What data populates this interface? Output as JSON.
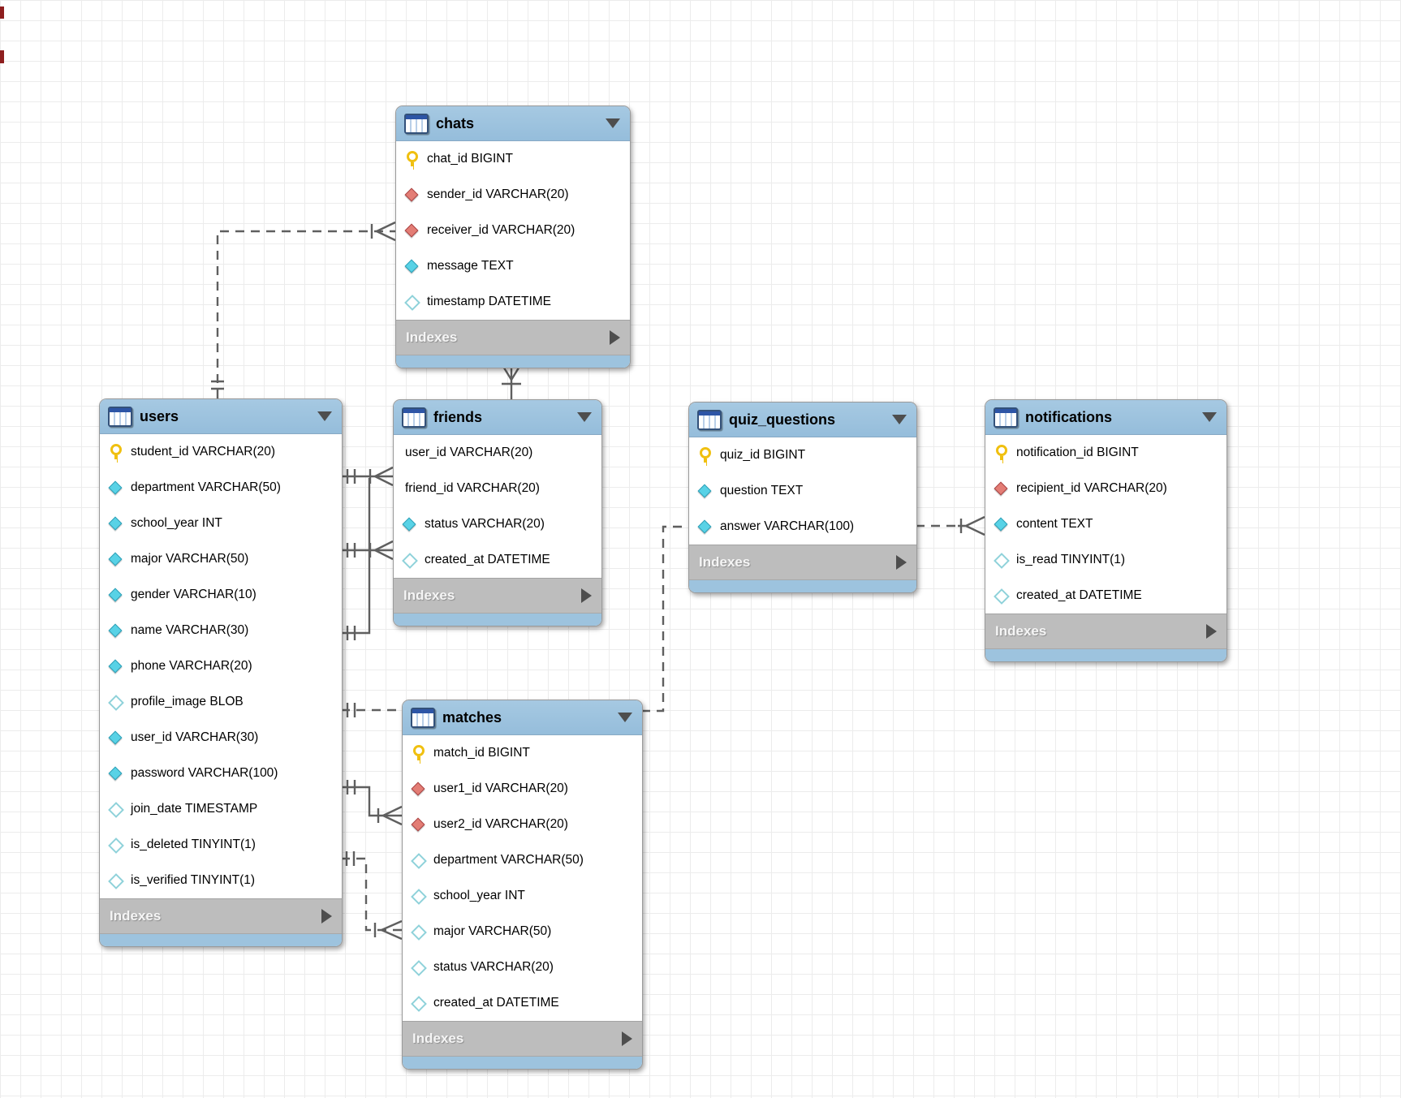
{
  "tables": [
    {
      "name": "chats",
      "footer": "Indexes",
      "columns": [
        {
          "icon": "primary-key-icon",
          "label": "chat_id BIGINT"
        },
        {
          "icon": "foreign-key-icon",
          "label": "sender_id VARCHAR(20)"
        },
        {
          "icon": "foreign-key-icon",
          "label": "receiver_id VARCHAR(20)"
        },
        {
          "icon": "column-notnull-icon",
          "label": "message TEXT"
        },
        {
          "icon": "column-nullable-icon",
          "label": "timestamp DATETIME"
        }
      ]
    },
    {
      "name": "users",
      "footer": "Indexes",
      "columns": [
        {
          "icon": "primary-key-icon",
          "label": "student_id VARCHAR(20)"
        },
        {
          "icon": "column-notnull-icon",
          "label": "department VARCHAR(50)"
        },
        {
          "icon": "column-notnull-icon",
          "label": "school_year INT"
        },
        {
          "icon": "column-notnull-icon",
          "label": "major VARCHAR(50)"
        },
        {
          "icon": "column-notnull-icon",
          "label": "gender VARCHAR(10)"
        },
        {
          "icon": "column-notnull-icon",
          "label": "name VARCHAR(30)"
        },
        {
          "icon": "column-notnull-icon",
          "label": "phone VARCHAR(20)"
        },
        {
          "icon": "column-nullable-icon",
          "label": "profile_image BLOB"
        },
        {
          "icon": "column-notnull-icon",
          "label": "user_id VARCHAR(30)"
        },
        {
          "icon": "column-notnull-icon",
          "label": "password VARCHAR(100)"
        },
        {
          "icon": "column-nullable-icon",
          "label": "join_date TIMESTAMP"
        },
        {
          "icon": "column-nullable-icon",
          "label": "is_deleted TINYINT(1)"
        },
        {
          "icon": "column-nullable-icon",
          "label": "is_verified TINYINT(1)"
        }
      ]
    },
    {
      "name": "friends",
      "footer": "Indexes",
      "columns": [
        {
          "icon": "none",
          "label": "user_id VARCHAR(20)"
        },
        {
          "icon": "none",
          "label": "friend_id VARCHAR(20)"
        },
        {
          "icon": "column-notnull-icon",
          "label": "status VARCHAR(20)"
        },
        {
          "icon": "column-nullable-icon",
          "label": "created_at DATETIME"
        }
      ]
    },
    {
      "name": "quiz_questions",
      "footer": "Indexes",
      "columns": [
        {
          "icon": "primary-key-icon",
          "label": "quiz_id BIGINT"
        },
        {
          "icon": "column-notnull-icon",
          "label": "question TEXT"
        },
        {
          "icon": "column-notnull-icon",
          "label": "answer VARCHAR(100)"
        }
      ]
    },
    {
      "name": "notifications",
      "footer": "Indexes",
      "columns": [
        {
          "icon": "primary-key-icon",
          "label": "notification_id BIGINT"
        },
        {
          "icon": "foreign-key-icon",
          "label": "recipient_id VARCHAR(20)"
        },
        {
          "icon": "column-notnull-icon",
          "label": "content TEXT"
        },
        {
          "icon": "column-nullable-icon",
          "label": "is_read TINYINT(1)"
        },
        {
          "icon": "column-nullable-icon",
          "label": "created_at DATETIME"
        }
      ]
    },
    {
      "name": "matches",
      "footer": "Indexes",
      "columns": [
        {
          "icon": "primary-key-icon",
          "label": "match_id BIGINT"
        },
        {
          "icon": "foreign-key-icon",
          "label": "user1_id VARCHAR(20)"
        },
        {
          "icon": "foreign-key-icon",
          "label": "user2_id VARCHAR(20)"
        },
        {
          "icon": "column-nullable-icon",
          "label": "department VARCHAR(50)"
        },
        {
          "icon": "column-nullable-icon",
          "label": "school_year INT"
        },
        {
          "icon": "column-nullable-icon",
          "label": "major VARCHAR(50)"
        },
        {
          "icon": "column-nullable-icon",
          "label": "status VARCHAR(20)"
        },
        {
          "icon": "column-nullable-icon",
          "label": "created_at DATETIME"
        }
      ]
    },
    {
      "name": "",
      "footer": ""
    }
  ],
  "relationships": [
    {
      "from": "users",
      "to": "chats",
      "style": "dashed",
      "cardinality": "one-to-many"
    },
    {
      "from": "friends",
      "to": "chats",
      "style": "solid",
      "cardinality": "one-to-many"
    },
    {
      "from": "users",
      "to": "friends",
      "style": "solid",
      "cardinality": "one-to-many"
    },
    {
      "from": "users",
      "to": "friends",
      "style": "solid",
      "cardinality": "one-to-many"
    },
    {
      "from": "users",
      "to": "matches",
      "style": "dashed",
      "cardinality": "one-to-one"
    },
    {
      "from": "users",
      "to": "matches",
      "style": "solid",
      "cardinality": "one-to-many"
    },
    {
      "from": "users",
      "to": "matches",
      "style": "dashed",
      "cardinality": "one-to-many"
    },
    {
      "from": "matches",
      "to": "quiz_questions",
      "style": "dashed",
      "cardinality": "one-to-one"
    },
    {
      "from": "quiz_questions",
      "to": "notifications",
      "style": "dashed",
      "cardinality": "one-to-many"
    }
  ],
  "colors": {
    "header_blue": "#9dc3de",
    "footer_gray": "#bdbdbd",
    "line_gray": "#5f5f5f",
    "pk_yellow": "#f0c010",
    "fk_red": "#e37d75",
    "col_cyan": "#58d2e6"
  }
}
